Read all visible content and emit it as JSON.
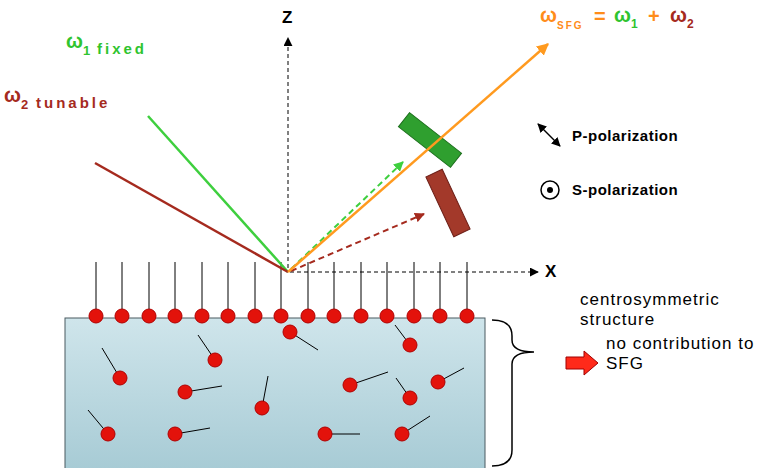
{
  "diagram": {
    "labels": [
      "Z",
      "X",
      "ω",
      "1",
      "fixed",
      "ω",
      "2",
      "tunable",
      "ω",
      "SFG",
      "=",
      "ω",
      "1",
      "+",
      "ω",
      "2",
      "centrosymmetric structure",
      "no contribution to SFG"
    ],
    "legend": [
      {
        "text": "P-polarization"
      },
      {
        "text": "S-polarization"
      }
    ]
  }
}
